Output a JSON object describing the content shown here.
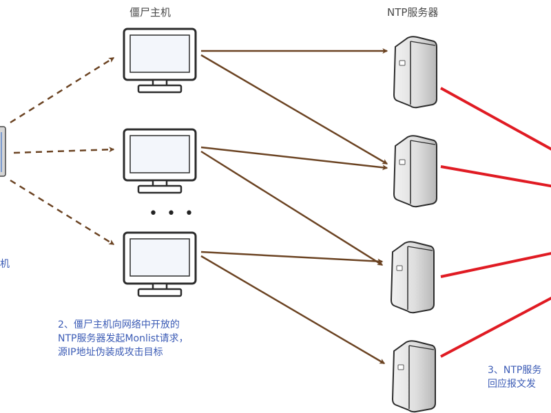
{
  "headers": {
    "zombie_hosts": "僵尸主机",
    "ntp_servers": "NTP服务器"
  },
  "attacker_label_fragment": "机",
  "ellipsis": "• • •",
  "step2_note": {
    "line1": "2、僵尸主机向网络中开放的",
    "line2": "NTP服务器发起Monlist请求，",
    "line3": "源IP地址伪装成攻击目标"
  },
  "step3_note": {
    "line1": "3、NTP服务",
    "line2": "回应报文发"
  },
  "colors": {
    "command_arrow": "#6b4322",
    "request_arrow": "#6b4322",
    "reflected_traffic": "#e01b23",
    "note_text": "#3b5bb5",
    "monitor_outline": "#2b2b2b",
    "server_body": "#d6d6d6"
  },
  "icons": {
    "zombie_host": "monitor-icon",
    "ntp_server": "server-tower-icon",
    "attacker": "attacker-device-icon"
  }
}
